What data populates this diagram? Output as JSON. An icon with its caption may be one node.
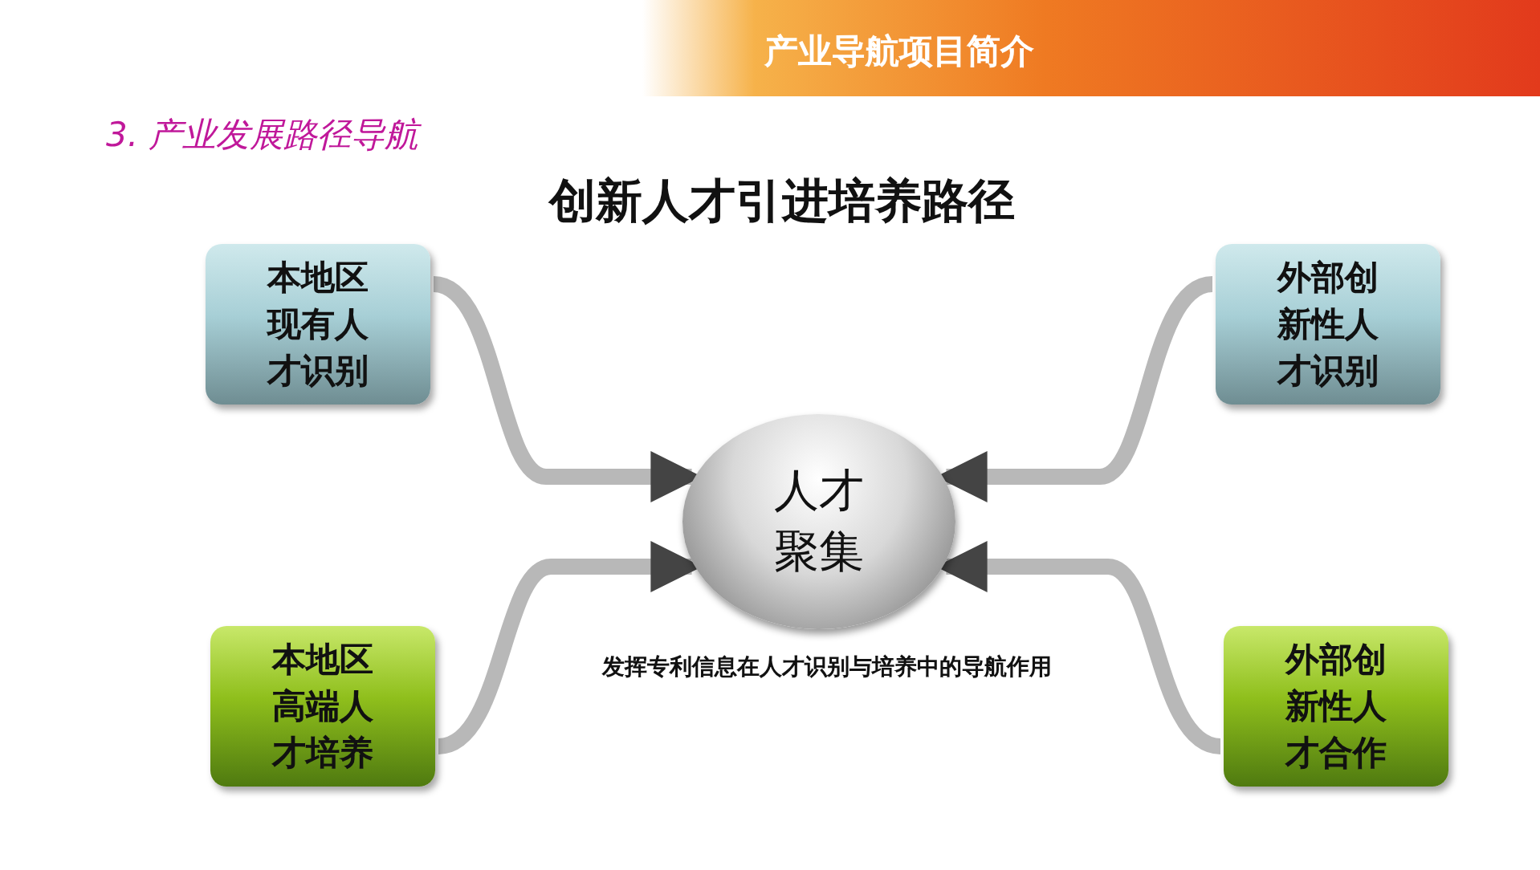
{
  "diagram": {
    "title": "创新人才引进培养路径",
    "nodes": [
      {
        "text": [
          "本地区现有人才识别"
        ]
      },
      {
        "text": [
          "外部创新性人才识别"
        ]
      },
      {
        "text": [
          "人才聚集"
        ]
      },
      {
        "text": [
          "本地区高端人才培养"
        ]
      },
      {
        "text": [
          "外部创新性人才合作"
        ]
      }
    ],
    "edges": [
      {
        "from": 0,
        "to": 2,
        "arrow": "to"
      },
      {
        "from": 1,
        "to": 2,
        "arrow": "to"
      },
      {
        "from": 3,
        "to": 2,
        "arrow": "to"
      },
      {
        "from": 4,
        "to": 2,
        "arrow": "to"
      }
    ],
    "labels": [
      "产业导航项目简介",
      "3. 产业发展路径导航",
      "发挥专利信息在人才识别与培养中的导航作用"
    ]
  }
}
